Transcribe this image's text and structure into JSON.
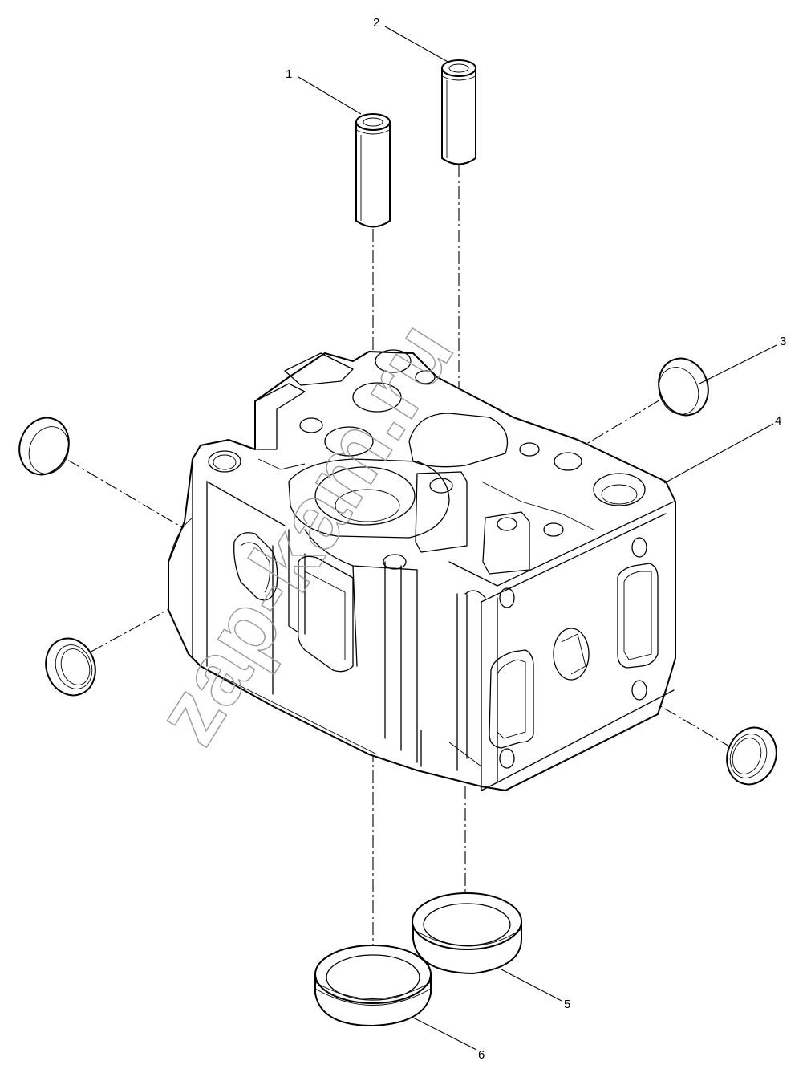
{
  "diagram": {
    "watermark": "zap-kam.ru",
    "callouts": [
      {
        "id": "1",
        "label": "1"
      },
      {
        "id": "2",
        "label": "2"
      },
      {
        "id": "3",
        "label": "3"
      },
      {
        "id": "4",
        "label": "4"
      },
      {
        "id": "5",
        "label": "5"
      },
      {
        "id": "6",
        "label": "6"
      }
    ],
    "colors": {
      "line": "#000000",
      "background": "#ffffff",
      "watermark": "#9a9a9a"
    }
  }
}
